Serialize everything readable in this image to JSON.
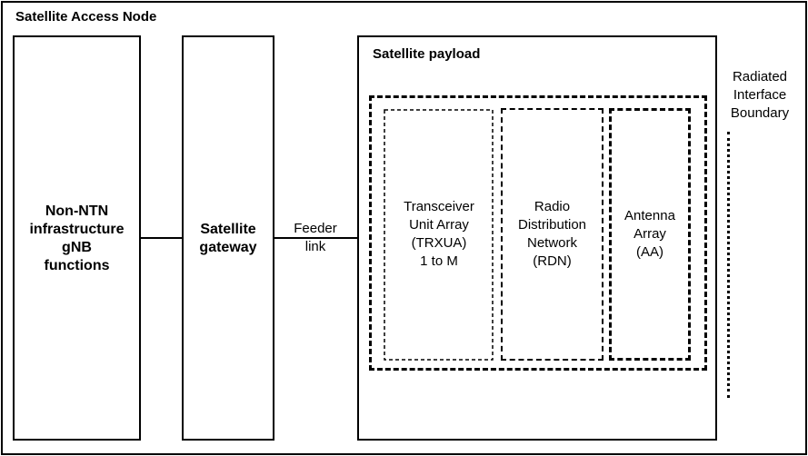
{
  "diagram": {
    "title": "Satellite Access Node",
    "blocks": {
      "non_ntn": [
        "Non-NTN",
        "infrastructure",
        "gNB",
        "functions"
      ],
      "gateway": [
        "Satellite",
        "gateway"
      ],
      "payload_title": "Satellite payload",
      "trxua": [
        "Transceiver",
        "Unit Array",
        "(TRXUA)",
        "1 to M"
      ],
      "rdn": [
        "Radio",
        "Distribution",
        "Network",
        "(RDN)"
      ],
      "aa": [
        "Antenna",
        "Array",
        "(AA)"
      ]
    },
    "feeder_link": [
      "Feeder",
      "link"
    ],
    "radiated_boundary": [
      "Radiated",
      "Interface",
      "Boundary"
    ]
  }
}
